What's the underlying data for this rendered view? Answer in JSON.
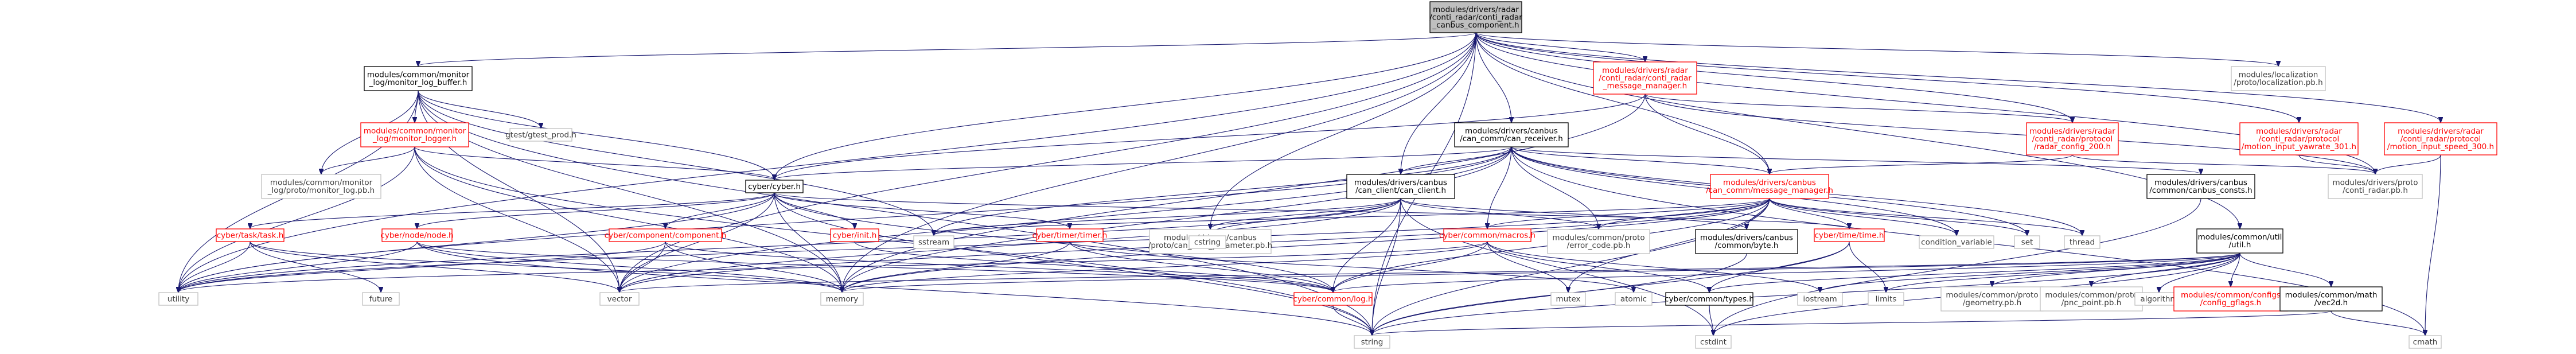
{
  "colors": {
    "edge": "#191970",
    "root_fill": "#bfbfbf",
    "node_fill": "#ffffff",
    "node_border_linked": "#000000",
    "node_border_missing": "#bfbfbf",
    "text_linked": "#000000",
    "text_missing": "#3f3f3f",
    "text_cyber_red": "#ff0000"
  },
  "nodes": [
    {
      "id": "root",
      "kind": "root",
      "lines": [
        "modules/drivers/radar",
        "/conti_radar/conti_radar",
        "_canbus_component.h"
      ]
    },
    {
      "id": "monitor_log_buffer",
      "kind": "linked",
      "lines": [
        "modules/common/monitor",
        "_log/monitor_log_buffer.h"
      ]
    },
    {
      "id": "conti_radar_message_manager",
      "kind": "red",
      "lines": [
        "modules/drivers/radar",
        "/conti_radar/conti_radar",
        "_message_manager.h"
      ]
    },
    {
      "id": "localization_pb",
      "kind": "missing",
      "lines": [
        "modules/localization",
        "/proto/localization.pb.h"
      ]
    },
    {
      "id": "monitor_logger",
      "kind": "red",
      "lines": [
        "modules/common/monitor",
        "_log/monitor_logger.h"
      ]
    },
    {
      "id": "gtest_prod",
      "kind": "missing",
      "lines": [
        "gtest/gtest_prod.h"
      ]
    },
    {
      "id": "can_receiver",
      "kind": "linked",
      "lines": [
        "modules/drivers/canbus",
        "/can_comm/can_receiver.h"
      ]
    },
    {
      "id": "radar_config_200",
      "kind": "red",
      "lines": [
        "modules/drivers/radar",
        "/conti_radar/protocol",
        "/radar_config_200.h"
      ]
    },
    {
      "id": "motion_input_yawrate_301",
      "kind": "red",
      "lines": [
        "modules/drivers/radar",
        "/conti_radar/protocol",
        "/motion_input_yawrate_301.h"
      ]
    },
    {
      "id": "motion_input_speed_300",
      "kind": "red",
      "lines": [
        "modules/drivers/radar",
        "/conti_radar/protocol",
        "/motion_input_speed_300.h"
      ]
    },
    {
      "id": "monitor_log_pb",
      "kind": "missing",
      "lines": [
        "modules/common/monitor",
        "_log/proto/monitor_log.pb.h"
      ]
    },
    {
      "id": "cyber_h",
      "kind": "linked",
      "lines": [
        "cyber/cyber.h"
      ]
    },
    {
      "id": "can_client",
      "kind": "linked",
      "lines": [
        "modules/drivers/canbus",
        "/can_client/can_client.h"
      ]
    },
    {
      "id": "message_manager",
      "kind": "red",
      "lines": [
        "modules/drivers/canbus",
        "/can_comm/message_manager.h"
      ]
    },
    {
      "id": "canbus_consts",
      "kind": "linked",
      "lines": [
        "modules/drivers/canbus",
        "/common/canbus_consts.h"
      ]
    },
    {
      "id": "conti_radar_pb",
      "kind": "missing",
      "lines": [
        "modules/drivers/proto",
        "/conti_radar.pb.h"
      ]
    },
    {
      "id": "cyber_task",
      "kind": "red",
      "lines": [
        "cyber/task/task.h"
      ]
    },
    {
      "id": "cyber_node",
      "kind": "red",
      "lines": [
        "cyber/node/node.h"
      ]
    },
    {
      "id": "cyber_component",
      "kind": "red",
      "lines": [
        "cyber/component/component.h"
      ]
    },
    {
      "id": "cyber_init",
      "kind": "red",
      "lines": [
        "cyber/init.h"
      ]
    },
    {
      "id": "cyber_timer",
      "kind": "red",
      "lines": [
        "cyber/timer/timer.h"
      ]
    },
    {
      "id": "sstream",
      "kind": "missing",
      "lines": [
        "sstream"
      ]
    },
    {
      "id": "can_card_parameter_pb",
      "kind": "missing",
      "lines": [
        "modules/drivers/canbus",
        "/proto/can_card_parameter.pb.h"
      ]
    },
    {
      "id": "cstring",
      "kind": "missing",
      "lines": [
        "cstring"
      ]
    },
    {
      "id": "cyber_macros",
      "kind": "red",
      "lines": [
        "cyber/common/macros.h"
      ]
    },
    {
      "id": "error_code_pb",
      "kind": "missing",
      "lines": [
        "modules/common/proto",
        "/error_code.pb.h"
      ]
    },
    {
      "id": "byte_h",
      "kind": "linked",
      "lines": [
        "modules/drivers/canbus",
        "/common/byte.h"
      ]
    },
    {
      "id": "cyber_time",
      "kind": "red",
      "lines": [
        "cyber/time/time.h"
      ]
    },
    {
      "id": "condition_variable",
      "kind": "missing",
      "lines": [
        "condition_variable"
      ]
    },
    {
      "id": "set",
      "kind": "missing",
      "lines": [
        "set"
      ]
    },
    {
      "id": "thread",
      "kind": "missing",
      "lines": [
        "thread"
      ]
    },
    {
      "id": "util_h",
      "kind": "linked",
      "lines": [
        "modules/common/util",
        "/util.h"
      ]
    },
    {
      "id": "utility",
      "kind": "missing",
      "lines": [
        "utility"
      ]
    },
    {
      "id": "future",
      "kind": "missing",
      "lines": [
        "future"
      ]
    },
    {
      "id": "vector",
      "kind": "missing",
      "lines": [
        "vector"
      ]
    },
    {
      "id": "memory",
      "kind": "missing",
      "lines": [
        "memory"
      ]
    },
    {
      "id": "cyber_log",
      "kind": "red",
      "lines": [
        "cyber/common/log.h"
      ]
    },
    {
      "id": "mutex",
      "kind": "missing",
      "lines": [
        "mutex"
      ]
    },
    {
      "id": "atomic",
      "kind": "missing",
      "lines": [
        "atomic"
      ]
    },
    {
      "id": "cyber_types",
      "kind": "linked",
      "lines": [
        "cyber/common/types.h"
      ]
    },
    {
      "id": "iostream",
      "kind": "missing",
      "lines": [
        "iostream"
      ]
    },
    {
      "id": "limits",
      "kind": "missing",
      "lines": [
        "limits"
      ]
    },
    {
      "id": "geometry_pb",
      "kind": "missing",
      "lines": [
        "modules/common/proto",
        "/geometry.pb.h"
      ]
    },
    {
      "id": "pnc_point_pb",
      "kind": "missing",
      "lines": [
        "modules/common/proto",
        "/pnc_point.pb.h"
      ]
    },
    {
      "id": "algorithm",
      "kind": "missing",
      "lines": [
        "algorithm"
      ]
    },
    {
      "id": "config_gflags",
      "kind": "red",
      "lines": [
        "modules/common/configs",
        "/config_gflags.h"
      ]
    },
    {
      "id": "vec2d",
      "kind": "linked",
      "lines": [
        "modules/common/math",
        "/vec2d.h"
      ]
    },
    {
      "id": "string",
      "kind": "missing",
      "lines": [
        "string"
      ]
    },
    {
      "id": "cstdint",
      "kind": "missing",
      "lines": [
        "cstdint"
      ]
    },
    {
      "id": "cmath",
      "kind": "missing",
      "lines": [
        "cmath"
      ]
    }
  ],
  "edges": [
    [
      "root",
      "monitor_log_buffer"
    ],
    [
      "root",
      "conti_radar_message_manager"
    ],
    [
      "root",
      "localization_pb"
    ],
    [
      "root",
      "can_receiver"
    ],
    [
      "root",
      "radar_config_200"
    ],
    [
      "root",
      "motion_input_yawrate_301"
    ],
    [
      "root",
      "motion_input_speed_300"
    ],
    [
      "root",
      "cyber_h"
    ],
    [
      "root",
      "can_client"
    ],
    [
      "root",
      "message_manager"
    ],
    [
      "root",
      "conti_radar_pb"
    ],
    [
      "root",
      "util_h"
    ],
    [
      "root",
      "memory"
    ],
    [
      "root",
      "utility"
    ],
    [
      "root",
      "string"
    ],
    [
      "root",
      "vector"
    ],
    [
      "root",
      "can_card_parameter_pb"
    ],
    [
      "monitor_log_buffer",
      "monitor_logger"
    ],
    [
      "monitor_log_buffer",
      "gtest_prod"
    ],
    [
      "monitor_log_buffer",
      "monitor_log_pb"
    ],
    [
      "monitor_log_buffer",
      "cyber_h"
    ],
    [
      "monitor_log_buffer",
      "string"
    ],
    [
      "monitor_log_buffer",
      "vector"
    ],
    [
      "monitor_log_buffer",
      "utility"
    ],
    [
      "monitor_log_buffer",
      "memory"
    ],
    [
      "monitor_log_buffer",
      "sstream"
    ],
    [
      "monitor_logger",
      "monitor_log_pb"
    ],
    [
      "monitor_logger",
      "cyber_h"
    ],
    [
      "monitor_logger",
      "string"
    ],
    [
      "monitor_logger",
      "vector"
    ],
    [
      "monitor_logger",
      "utility"
    ],
    [
      "monitor_logger",
      "memory"
    ],
    [
      "conti_radar_message_manager",
      "message_manager"
    ],
    [
      "conti_radar_message_manager",
      "cyber_h"
    ],
    [
      "conti_radar_message_manager",
      "radar_config_200"
    ],
    [
      "conti_radar_message_manager",
      "conti_radar_pb"
    ],
    [
      "conti_radar_message_manager",
      "memory"
    ],
    [
      "can_receiver",
      "can_client"
    ],
    [
      "can_receiver",
      "message_manager"
    ],
    [
      "can_receiver",
      "cyber_h"
    ],
    [
      "can_receiver",
      "canbus_consts"
    ],
    [
      "can_receiver",
      "cyber_macros"
    ],
    [
      "can_receiver",
      "error_code_pb"
    ],
    [
      "can_receiver",
      "thread"
    ],
    [
      "can_receiver",
      "memory"
    ],
    [
      "can_receiver",
      "sstream"
    ],
    [
      "can_receiver",
      "condition_variable"
    ],
    [
      "can_receiver",
      "cmath"
    ],
    [
      "can_receiver",
      "utility"
    ],
    [
      "can_receiver",
      "vector"
    ],
    [
      "can_receiver",
      "set"
    ],
    [
      "radar_config_200",
      "conti_radar_pb"
    ],
    [
      "radar_config_200",
      "message_manager"
    ],
    [
      "motion_input_yawrate_301",
      "conti_radar_pb"
    ],
    [
      "motion_input_speed_300",
      "conti_radar_pb"
    ],
    [
      "motion_input_speed_300",
      "cmath"
    ],
    [
      "cyber_h",
      "cyber_task"
    ],
    [
      "cyber_h",
      "cyber_node"
    ],
    [
      "cyber_h",
      "cyber_component"
    ],
    [
      "cyber_h",
      "cyber_init"
    ],
    [
      "cyber_h",
      "cyber_timer"
    ],
    [
      "cyber_h",
      "cyber_log"
    ],
    [
      "cyber_h",
      "cyber_time"
    ],
    [
      "cyber_h",
      "memory"
    ],
    [
      "cyber_h",
      "string"
    ],
    [
      "cyber_h",
      "utility"
    ],
    [
      "cyber_h",
      "vector"
    ],
    [
      "can_client",
      "can_card_parameter_pb"
    ],
    [
      "can_client",
      "byte_h"
    ],
    [
      "can_client",
      "cyber_log"
    ],
    [
      "can_client",
      "error_code_pb"
    ],
    [
      "can_client",
      "cstring"
    ],
    [
      "can_client",
      "cstdint"
    ],
    [
      "can_client",
      "sstream"
    ],
    [
      "can_client",
      "string"
    ],
    [
      "can_client",
      "utility"
    ],
    [
      "can_client",
      "vector"
    ],
    [
      "message_manager",
      "cyber_time"
    ],
    [
      "message_manager",
      "byte_h"
    ],
    [
      "message_manager",
      "error_code_pb"
    ],
    [
      "message_manager",
      "cyber_log"
    ],
    [
      "message_manager",
      "thread"
    ],
    [
      "message_manager",
      "set"
    ],
    [
      "message_manager",
      "mutex"
    ],
    [
      "message_manager",
      "condition_variable"
    ],
    [
      "message_manager",
      "memory"
    ],
    [
      "message_manager",
      "utility"
    ],
    [
      "message_manager",
      "vector"
    ],
    [
      "message_manager",
      "string"
    ],
    [
      "message_manager",
      "cyber_macros"
    ],
    [
      "message_manager",
      "sstream"
    ],
    [
      "canbus_consts",
      "cstdint"
    ],
    [
      "cyber_task",
      "future"
    ],
    [
      "cyber_task",
      "utility"
    ],
    [
      "cyber_task",
      "memory"
    ],
    [
      "cyber_task",
      "vector"
    ],
    [
      "cyber_node",
      "memory"
    ],
    [
      "cyber_node",
      "string"
    ],
    [
      "cyber_node",
      "utility"
    ],
    [
      "cyber_node",
      "cyber_log"
    ],
    [
      "cyber_component",
      "cyber_log"
    ],
    [
      "cyber_component",
      "memory"
    ],
    [
      "cyber_component",
      "vector"
    ],
    [
      "cyber_component",
      "utility"
    ],
    [
      "cyber_init",
      "cyber_log"
    ],
    [
      "cyber_timer",
      "cyber_log"
    ],
    [
      "cyber_timer",
      "memory"
    ],
    [
      "cyber_timer",
      "atomic"
    ],
    [
      "cyber_macros",
      "cyber_log"
    ],
    [
      "cyber_macros",
      "mutex"
    ],
    [
      "cyber_macros",
      "memory"
    ],
    [
      "cyber_macros",
      "utility"
    ],
    [
      "cyber_macros",
      "cyber_types"
    ],
    [
      "cyber_macros",
      "iostream"
    ],
    [
      "cyber_time",
      "cyber_types"
    ],
    [
      "cyber_time",
      "limits"
    ],
    [
      "cyber_time",
      "string"
    ],
    [
      "byte_h",
      "string"
    ],
    [
      "util_h",
      "geometry_pb"
    ],
    [
      "util_h",
      "pnc_point_pb"
    ],
    [
      "util_h",
      "algorithm"
    ],
    [
      "util_h",
      "config_gflags"
    ],
    [
      "util_h",
      "vec2d"
    ],
    [
      "util_h",
      "cyber_types"
    ],
    [
      "util_h",
      "cyber_log"
    ],
    [
      "util_h",
      "memory"
    ],
    [
      "util_h",
      "string"
    ],
    [
      "util_h",
      "limits"
    ],
    [
      "util_h",
      "iostream"
    ],
    [
      "util_h",
      "vector"
    ],
    [
      "util_h",
      "cstdint"
    ],
    [
      "cyber_log",
      "string"
    ],
    [
      "cyber_types",
      "cstdint"
    ],
    [
      "vec2d",
      "cmath"
    ],
    [
      "vec2d",
      "string"
    ]
  ]
}
